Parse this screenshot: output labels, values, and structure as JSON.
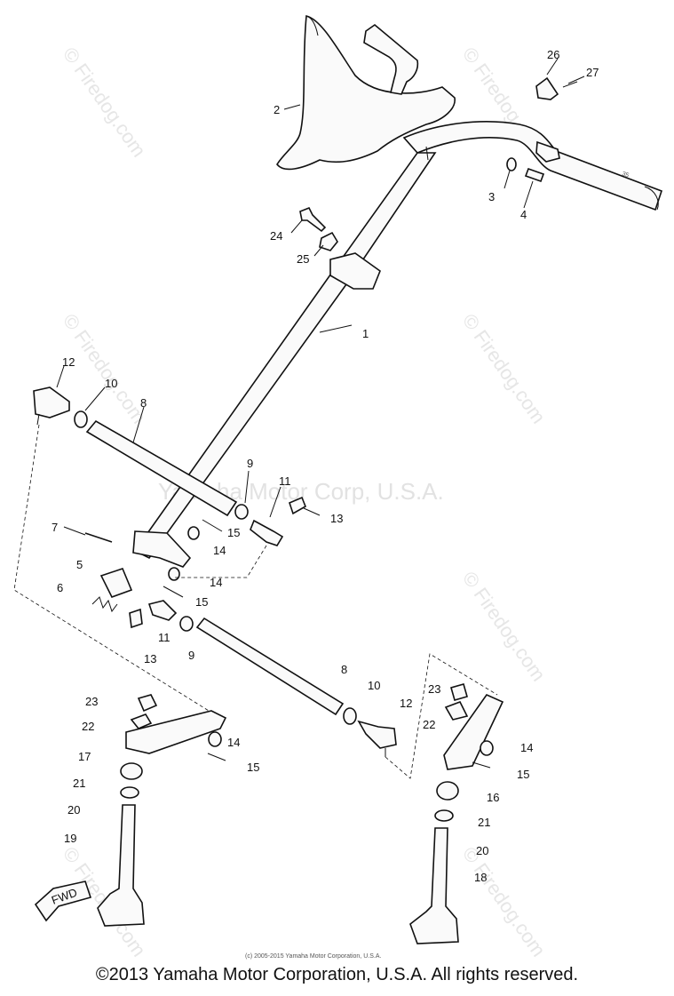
{
  "watermark": {
    "site": "© Firedog.com",
    "center": "Yamaha Motor Corp, U.S.A."
  },
  "small_copyright": "(c) 2005-2015 Yamaha Motor Corporation, U.S.A.",
  "copyright": "©2013 Yamaha Motor Corporation, U.S.A. All rights reserved.",
  "fwd_label": "FWD",
  "callouts": {
    "c1": "1",
    "c2": "2",
    "c3": "3",
    "c4": "4",
    "c5": "5",
    "c6": "6",
    "c7": "7",
    "c8a": "8",
    "c8b": "8",
    "c9a": "9",
    "c9b": "9",
    "c10a": "10",
    "c10b": "10",
    "c11a": "11",
    "c11b": "11",
    "c12a": "12",
    "c12b": "12",
    "c13a": "13",
    "c13b": "13",
    "c14a": "14",
    "c14b": "14",
    "c14c": "14",
    "c14d": "14",
    "c15a": "15",
    "c15b": "15",
    "c15c": "15",
    "c15d": "15",
    "c16": "16",
    "c17": "17",
    "c18": "18",
    "c19": "19",
    "c20a": "20",
    "c20b": "20",
    "c21a": "21",
    "c21b": "21",
    "c22a": "22",
    "c22b": "22",
    "c23a": "23",
    "c23b": "23",
    "c24": "24",
    "c25": "25",
    "c26": "26",
    "c27": "27"
  }
}
